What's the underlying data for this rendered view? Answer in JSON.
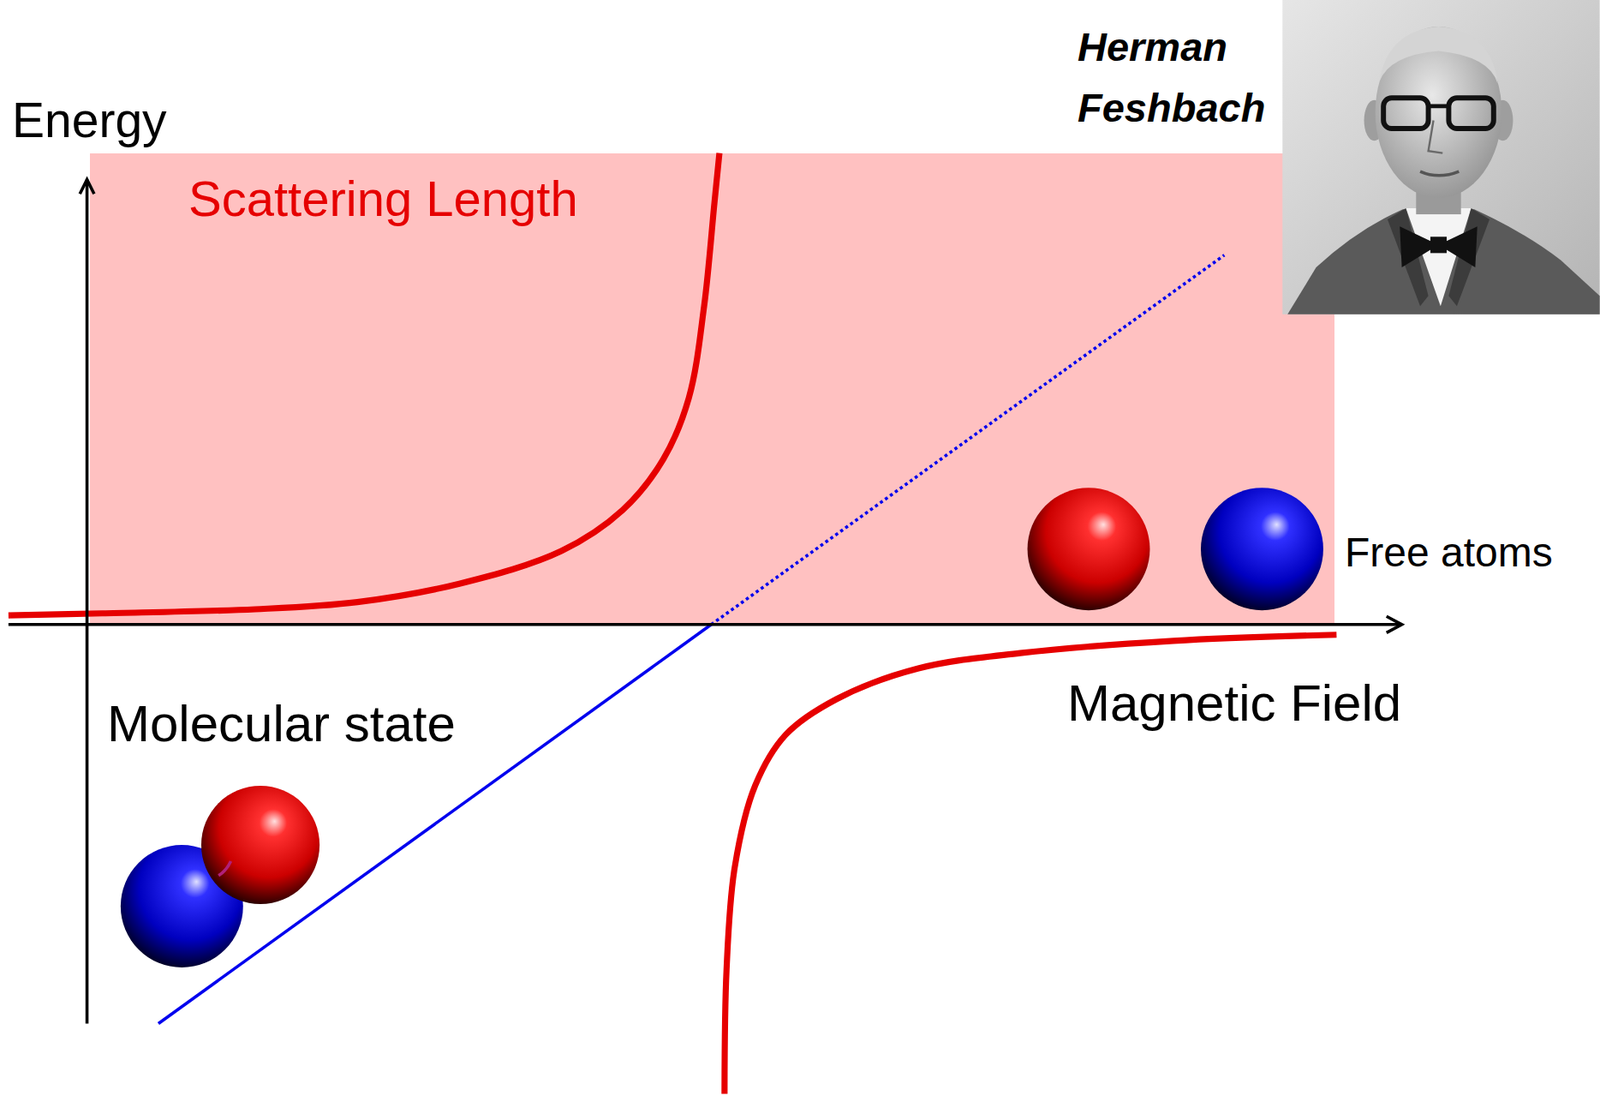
{
  "diagram": {
    "nodes": [
      {
        "text": [
          "Scattering Length"
        ]
      }
    ],
    "labels": [
      "Energy",
      "Herman Feshbach",
      "Free atoms",
      "Magnetic Field",
      "Molecular state"
    ]
  }
}
